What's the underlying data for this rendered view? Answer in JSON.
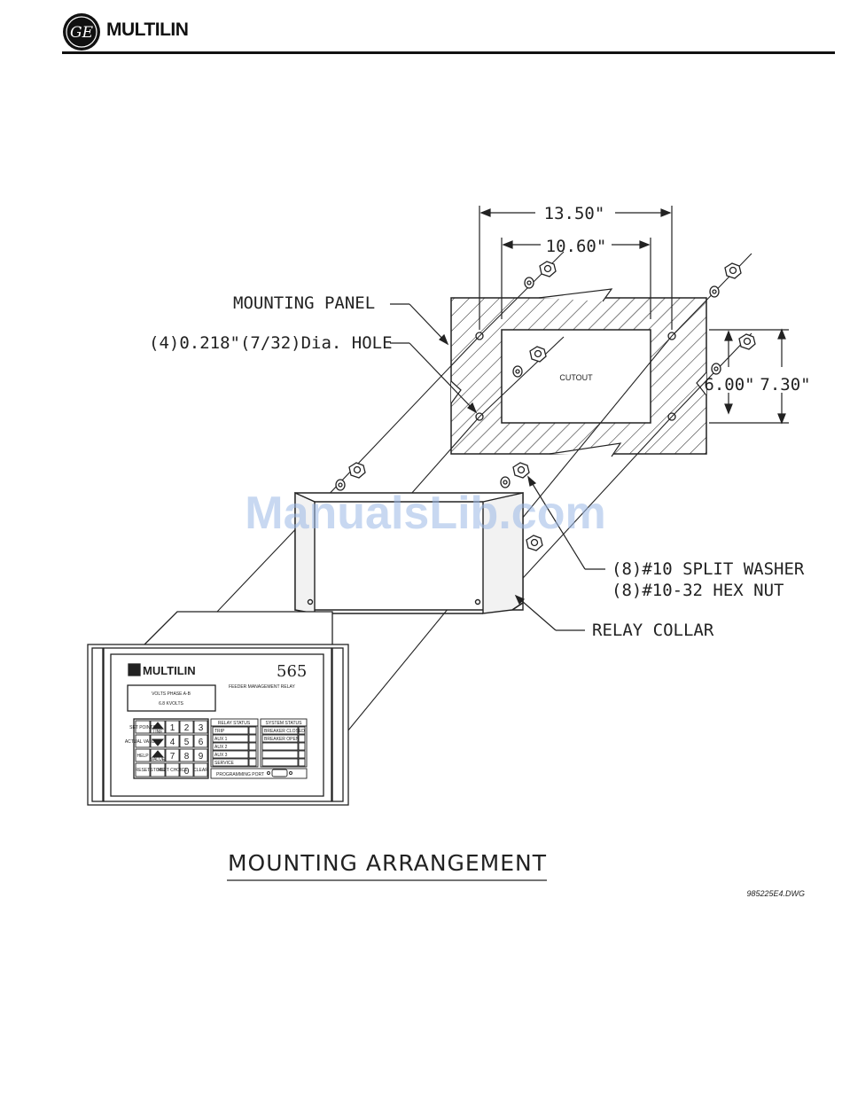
{
  "header": {
    "logo_text": "GE",
    "brand": "MULTILIN"
  },
  "drawing": {
    "title": "MOUNTING ARRANGEMENT",
    "drawing_number": "985225E4.DWG",
    "labels": {
      "mounting_panel": "MOUNTING PANEL",
      "hole": "(4)0.218\"(7/32)Dia. HOLE",
      "cutout": "CUTOUT",
      "split_washer": "(8)#10 SPLIT WASHER",
      "hex_nut": "(8)#10-32 HEX NUT",
      "relay_collar": "RELAY COLLAR"
    },
    "dimensions": {
      "outer_width": "13.50\"",
      "inner_width": "10.60\"",
      "inner_height": "6.00\"",
      "outer_height": "7.30\""
    }
  },
  "relay": {
    "brand": "MULTILIN",
    "model": "565",
    "subtitle": "FEEDER MANAGEMENT RELAY",
    "display_line1": "VOLTS PHASE A-B",
    "display_line2": "6.8 KVOLTS",
    "keys": {
      "setpoints": "SET POINTS",
      "actual": "ACTUAL VALUES",
      "help": "HELP",
      "reset": "RESET",
      "store": "STORE",
      "next_choice": "NEXT CHOICE",
      "clear": "CLEAR",
      "line": "LINE",
      "value": "VALUE",
      "d1": "1",
      "d2": "2",
      "d3": "3",
      "d4": "4",
      "d5": "5",
      "d6": "6",
      "d7": "7",
      "d8": "8",
      "d9": "9",
      "d0": "0"
    },
    "relay_status": {
      "header": "RELAY STATUS",
      "rows": [
        "TRIP",
        "AUX 1",
        "AUX 2",
        "AUX 3",
        "SERVICE"
      ]
    },
    "system_status": {
      "header": "SYSTEM STATUS",
      "rows": [
        "BREAKER CLOSED",
        "BREAKER OPEN",
        "",
        "",
        ""
      ]
    },
    "programming_port": "PROGRAMMING PORT"
  },
  "watermark": "ManualsLib.com"
}
